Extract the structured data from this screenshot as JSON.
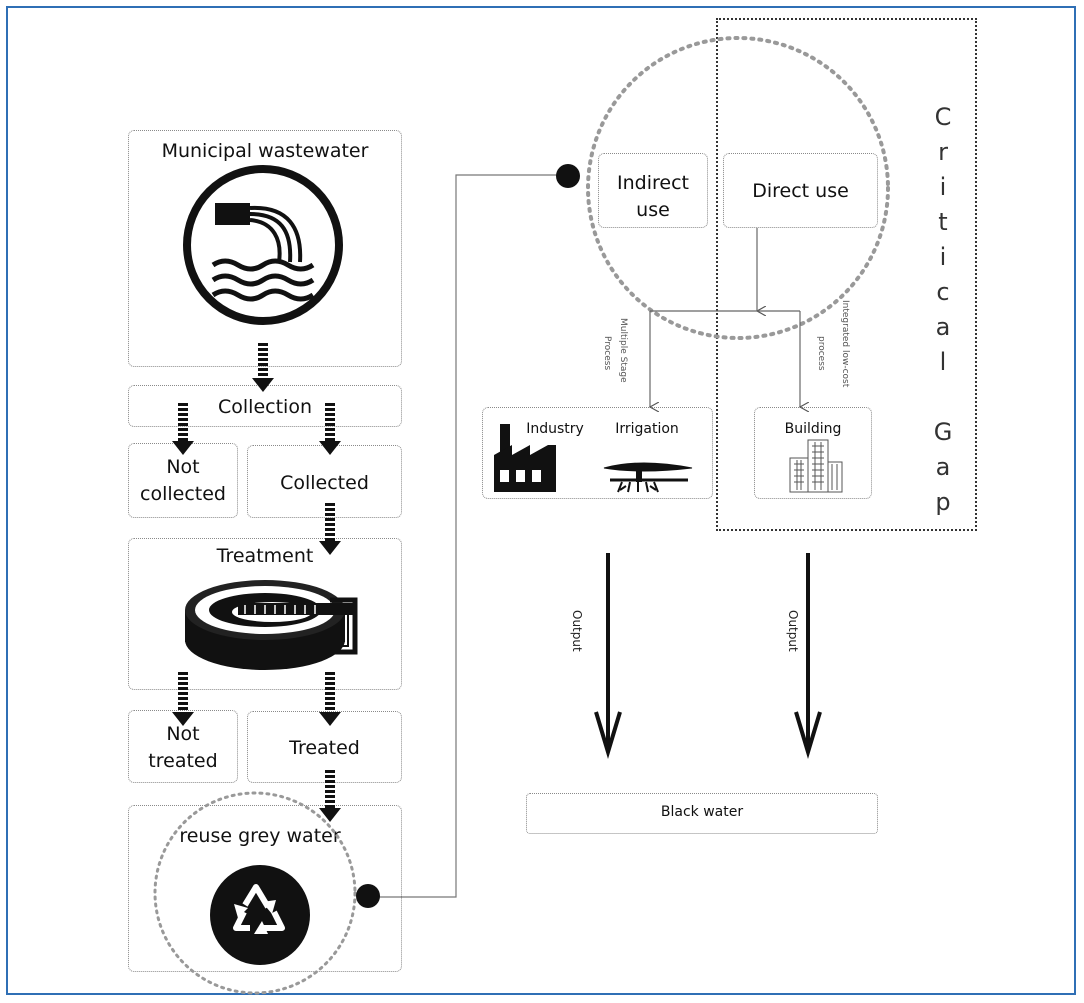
{
  "nodes": {
    "municipal": "Municipal wastewater",
    "collection": "Collection",
    "not_collected": "Not collected",
    "collected": "Collected",
    "treatment": "Treatment",
    "not_treated": "Not treated",
    "treated": "Treated",
    "reuse": "reuse grey water",
    "indirect_use": "Indirect use",
    "direct_use": "Direct use",
    "industry": "Industry",
    "irrigation": "Irrigation",
    "building": "Building",
    "black_water": "Black water",
    "output_left": "Output",
    "output_right": "Output",
    "multiple_stage": "Multiple Stage",
    "process": "Process",
    "integrated_low_cost": "Integrated low-cost",
    "process_right": "process"
  },
  "critical_gap": [
    "C",
    "r",
    "i",
    "t",
    "i",
    "c",
    "a",
    "l",
    " ",
    "G",
    "a",
    "p"
  ],
  "icons": [
    "wastewater-outfall-icon",
    "treatment-plant-icon",
    "recycle-icon",
    "factory-icon",
    "irrigation-tree-icon",
    "building-icon"
  ],
  "colors": {
    "frame": "#2f6fb5",
    "arrow": "#111111",
    "dotted": "#8a8a8a"
  }
}
